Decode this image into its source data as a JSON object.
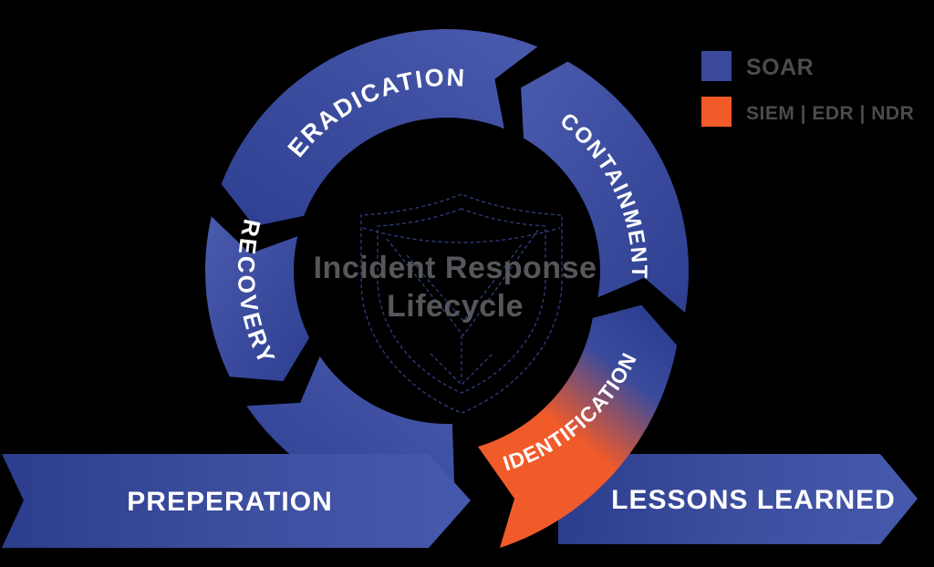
{
  "title": {
    "line1": "Incident Response",
    "line2": "Lifecycle"
  },
  "segments": {
    "eradication": "ERADICATION",
    "containment": "CONTAINMENT",
    "recovery": "RECOVERY",
    "identification": "IDENTIFICATION"
  },
  "banners": {
    "preparation": "PREPERATION",
    "lessons_learned": "LESSONS LEARNED"
  },
  "legend": [
    {
      "label": "SOAR",
      "color": "#3b4a9b"
    },
    {
      "label": "SIEM | EDR | NDR",
      "color": "#f15a29"
    }
  ],
  "colors": {
    "background": "#000000",
    "arc_blue": "#3a4b9d",
    "arc_blue_light": "#4a5aad",
    "arc_blue_dark": "#2e3f92",
    "orange": "#f15a29",
    "banner_blue_dark": "#2c3d8e",
    "banner_blue_mid": "#3d4e9f",
    "banner_blue_light": "#4659ac",
    "title_gray": "#56575a",
    "legend_text": "#4c4c4e",
    "arc_text": "#ffffff",
    "shield_line": "#2e3d7d"
  }
}
